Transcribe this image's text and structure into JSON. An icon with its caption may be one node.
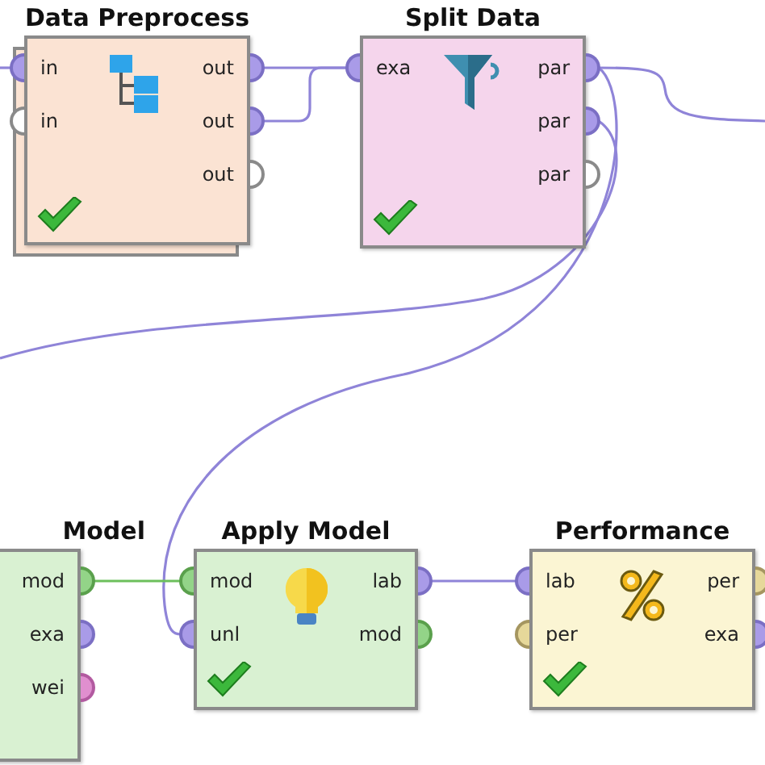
{
  "diagram": {
    "nodes": [
      {
        "text": [
          "Data Preprocess",
          "in",
          "in",
          "out",
          "out",
          "out"
        ]
      },
      {
        "text": [
          "Split Data",
          "exa",
          "par",
          "par",
          "par"
        ]
      },
      {
        "text": [
          "Model",
          "mod",
          "exa",
          "wei"
        ]
      },
      {
        "text": [
          "Apply Model",
          "mod",
          "unl",
          "lab",
          "mod"
        ]
      },
      {
        "text": [
          "Performance",
          "lab",
          "per",
          "per",
          "exa"
        ]
      }
    ],
    "edges": [
      {
        "from": null,
        "to": 0,
        "arrow": "none"
      },
      {
        "from": 0,
        "to": 1,
        "arrow": "none"
      },
      {
        "from": 0,
        "to": 1,
        "arrow": "none"
      },
      {
        "from": 1,
        "to": null,
        "arrow": "none"
      },
      {
        "from": 1,
        "to": null,
        "arrow": "none"
      },
      {
        "from": 1,
        "to": 3,
        "arrow": "none"
      },
      {
        "from": 2,
        "to": 3,
        "arrow": "none",
        "color": "#6cbf5c"
      },
      {
        "from": 3,
        "to": 4,
        "arrow": "none"
      }
    ]
  }
}
